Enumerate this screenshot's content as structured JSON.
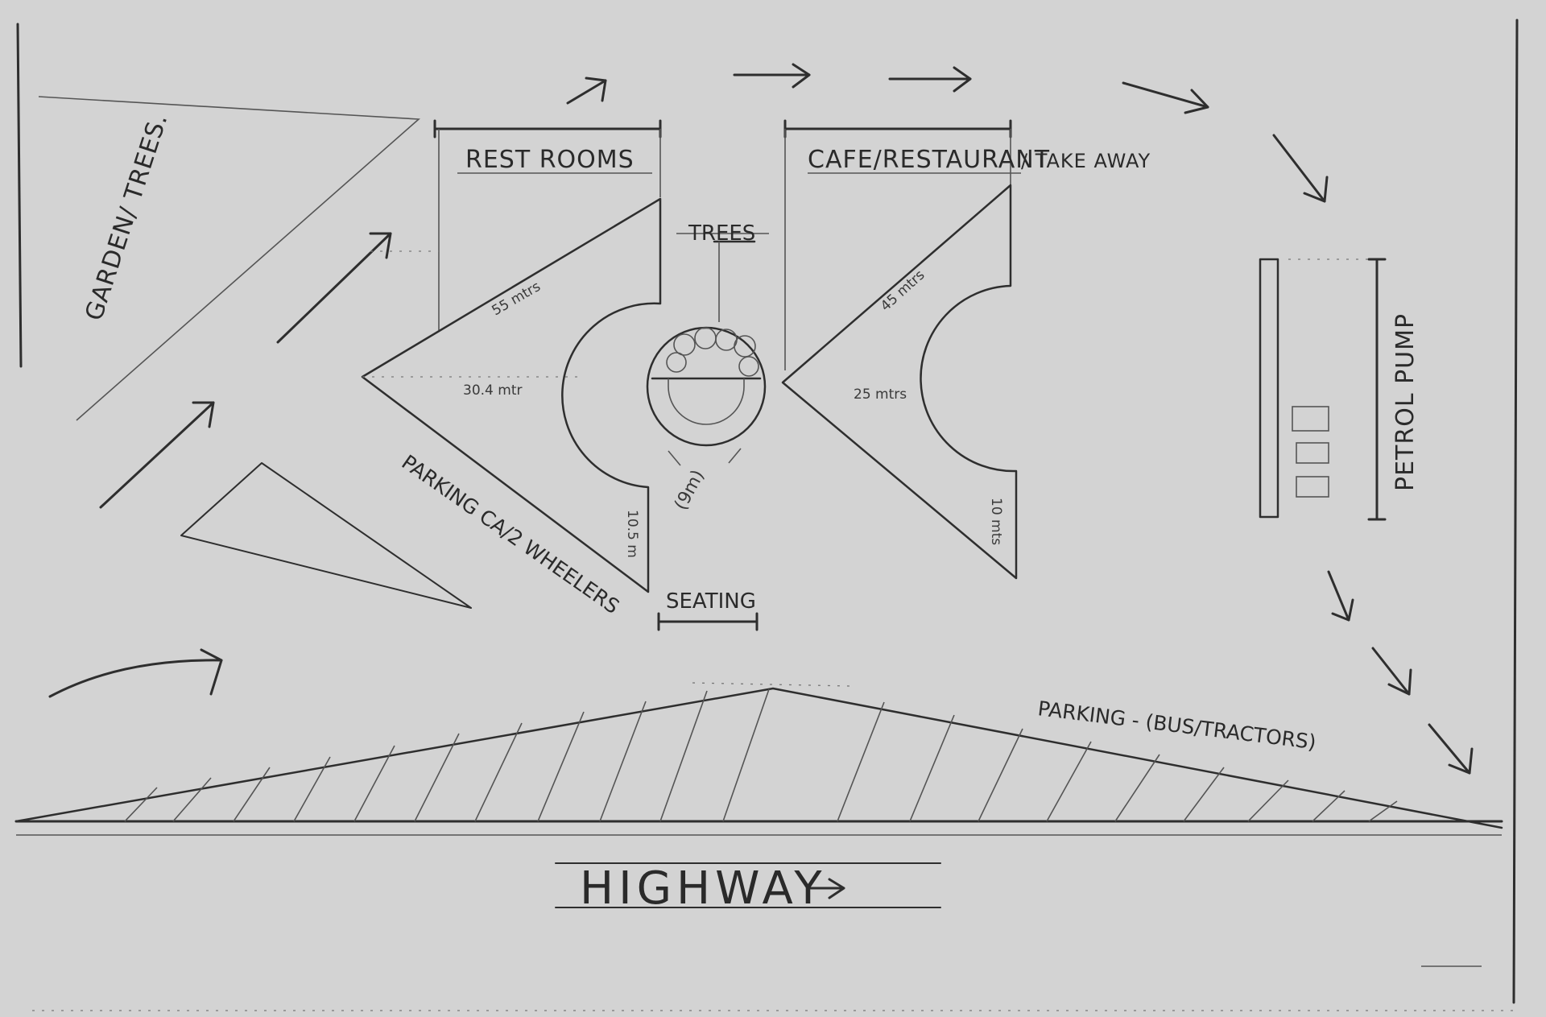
{
  "labels": {
    "garden": "GARDEN/ TREES.",
    "rest_rooms": "REST ROOMS",
    "cafe": "CAFE/RESTAURANT",
    "take_away": "/ TAKE AWAY",
    "trees": "TREES",
    "seating": "SEATING",
    "parking_small": "PARKING CA/2 WHEELERS",
    "parking_large": "PARKING - (BUS/TRACTORS)",
    "petrol_pump": "PETROL PUMP",
    "highway": "HIGHWAY"
  },
  "dimensions": {
    "left_diag": "55 mtrs",
    "left_mid": "30.4 mtr",
    "left_side": "10.5 m",
    "right_diag": "45 mtrs",
    "right_mid": "25 mtrs",
    "right_side": "10 mts",
    "circle_dia": "(9m)"
  },
  "colors": {
    "paper": "#d3d3d3",
    "ink": "#2e2e2e"
  }
}
